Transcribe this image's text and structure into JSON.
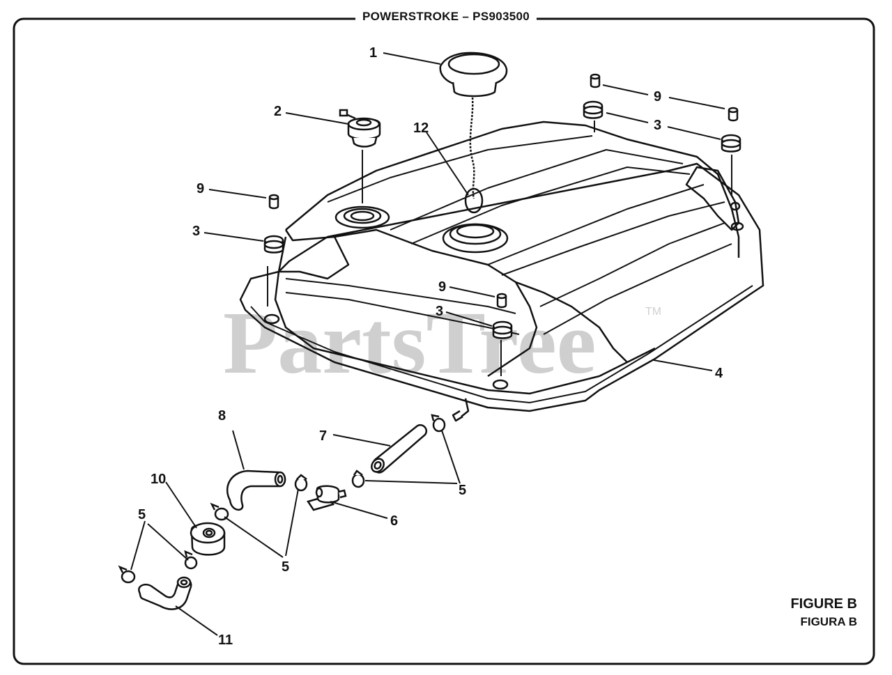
{
  "header": {
    "title": "POWERSTROKE – PS903500"
  },
  "watermark": {
    "text": "PartsTree",
    "trademark": "TM"
  },
  "figure": {
    "label": "FIGURE B",
    "label_es": "FIGURA B"
  },
  "callouts": {
    "c1": "1",
    "c2": "2",
    "c3a": "3",
    "c3b": "3",
    "c3c": "3",
    "c4": "4",
    "c5a": "5",
    "c5b": "5",
    "c5c": "5",
    "c6": "6",
    "c7": "7",
    "c8": "8",
    "c9a": "9",
    "c9b": "9",
    "c9c": "9",
    "c10": "10",
    "c11": "11",
    "c12": "12"
  },
  "colors": {
    "ink": "#111111",
    "watermark": "#c8c8c8"
  }
}
